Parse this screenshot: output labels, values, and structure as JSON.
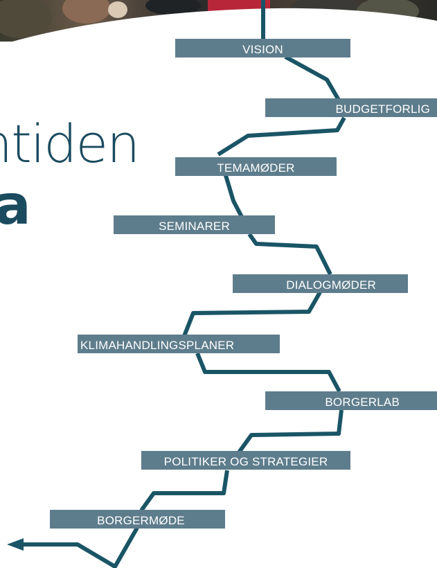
{
  "title_fragment": "ntiden",
  "title_fragment_2": "a",
  "colors": {
    "bar": "#5e7d8c",
    "path": "#1a5566",
    "title": "#1b4b5f",
    "bar_text": "#ffffff"
  },
  "steps": [
    {
      "label": "VISION"
    },
    {
      "label": "BUDGETFORLIG"
    },
    {
      "label": "TEMAMØDER"
    },
    {
      "label": "SEMINARER"
    },
    {
      "label": "DIALOGMØDER"
    },
    {
      "label": "KLIMAHANDLINGSPLANER"
    },
    {
      "label": "BORGERLAB"
    },
    {
      "label": "POLITIKER OG STRATEGIER"
    },
    {
      "label": "BORGERMØDE"
    }
  ]
}
